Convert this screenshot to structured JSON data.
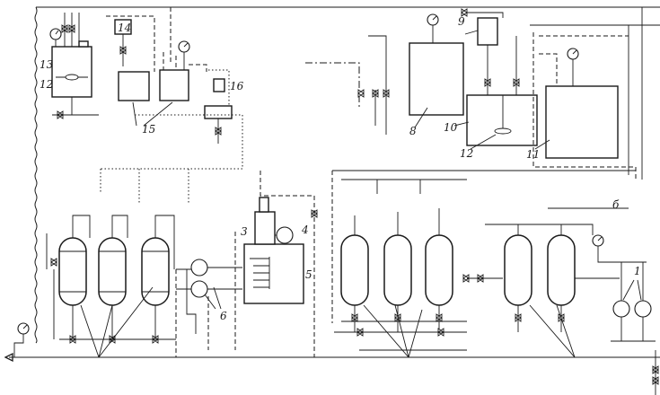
{
  "labels": {
    "pumps": "1",
    "compressor_motor": "3",
    "motor": "4",
    "tank": "5",
    "feed_pumps": "6",
    "tank_8": "8",
    "dosing_box": "9",
    "mixing_tank": "10",
    "storage_tank": "11",
    "mixer_right": "12",
    "dosing_tank": "13",
    "measuring_box": "14",
    "small_tanks": "15",
    "filter_box": "16",
    "mixer_left": "12",
    "pipe_marker": "б"
  }
}
